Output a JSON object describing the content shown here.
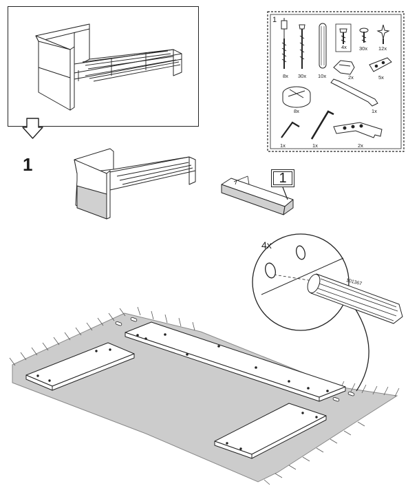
{
  "parts_panel": {
    "step_label": "1",
    "items": [
      {
        "icon": "cam-bolt-icon",
        "qty": "8x"
      },
      {
        "icon": "wood-screw-icon",
        "qty": "30x"
      },
      {
        "icon": "wooden-dowel-icon",
        "qty": "10x"
      },
      {
        "icon": "short-screw-icon",
        "qty": "4x"
      },
      {
        "icon": "pan-screw-icon",
        "qty": "30x"
      },
      {
        "icon": "pin-icon",
        "qty": "12x"
      },
      {
        "icon": "bracket-clip-icon",
        "qty": "2x"
      },
      {
        "icon": "connector-plate-icon",
        "qty": "5x"
      },
      {
        "icon": "cam-lock-icon",
        "qty": "8x"
      },
      {
        "icon": "wrench-icon",
        "qty": "1x"
      },
      {
        "icon": "small-allen-key-icon",
        "qty": "1x"
      },
      {
        "icon": "large-allen-key-icon",
        "qty": "1x"
      },
      {
        "icon": "drilling-jig-icon",
        "qty": "2x"
      }
    ]
  },
  "step": {
    "number": "1",
    "reference_box": "1",
    "detail_quantity": "4x",
    "part_number": "101367"
  },
  "colors": {
    "line": "#222222",
    "rug": "#cccccc",
    "highlight": "#d0d0d0",
    "panel": "#ffffff"
  }
}
